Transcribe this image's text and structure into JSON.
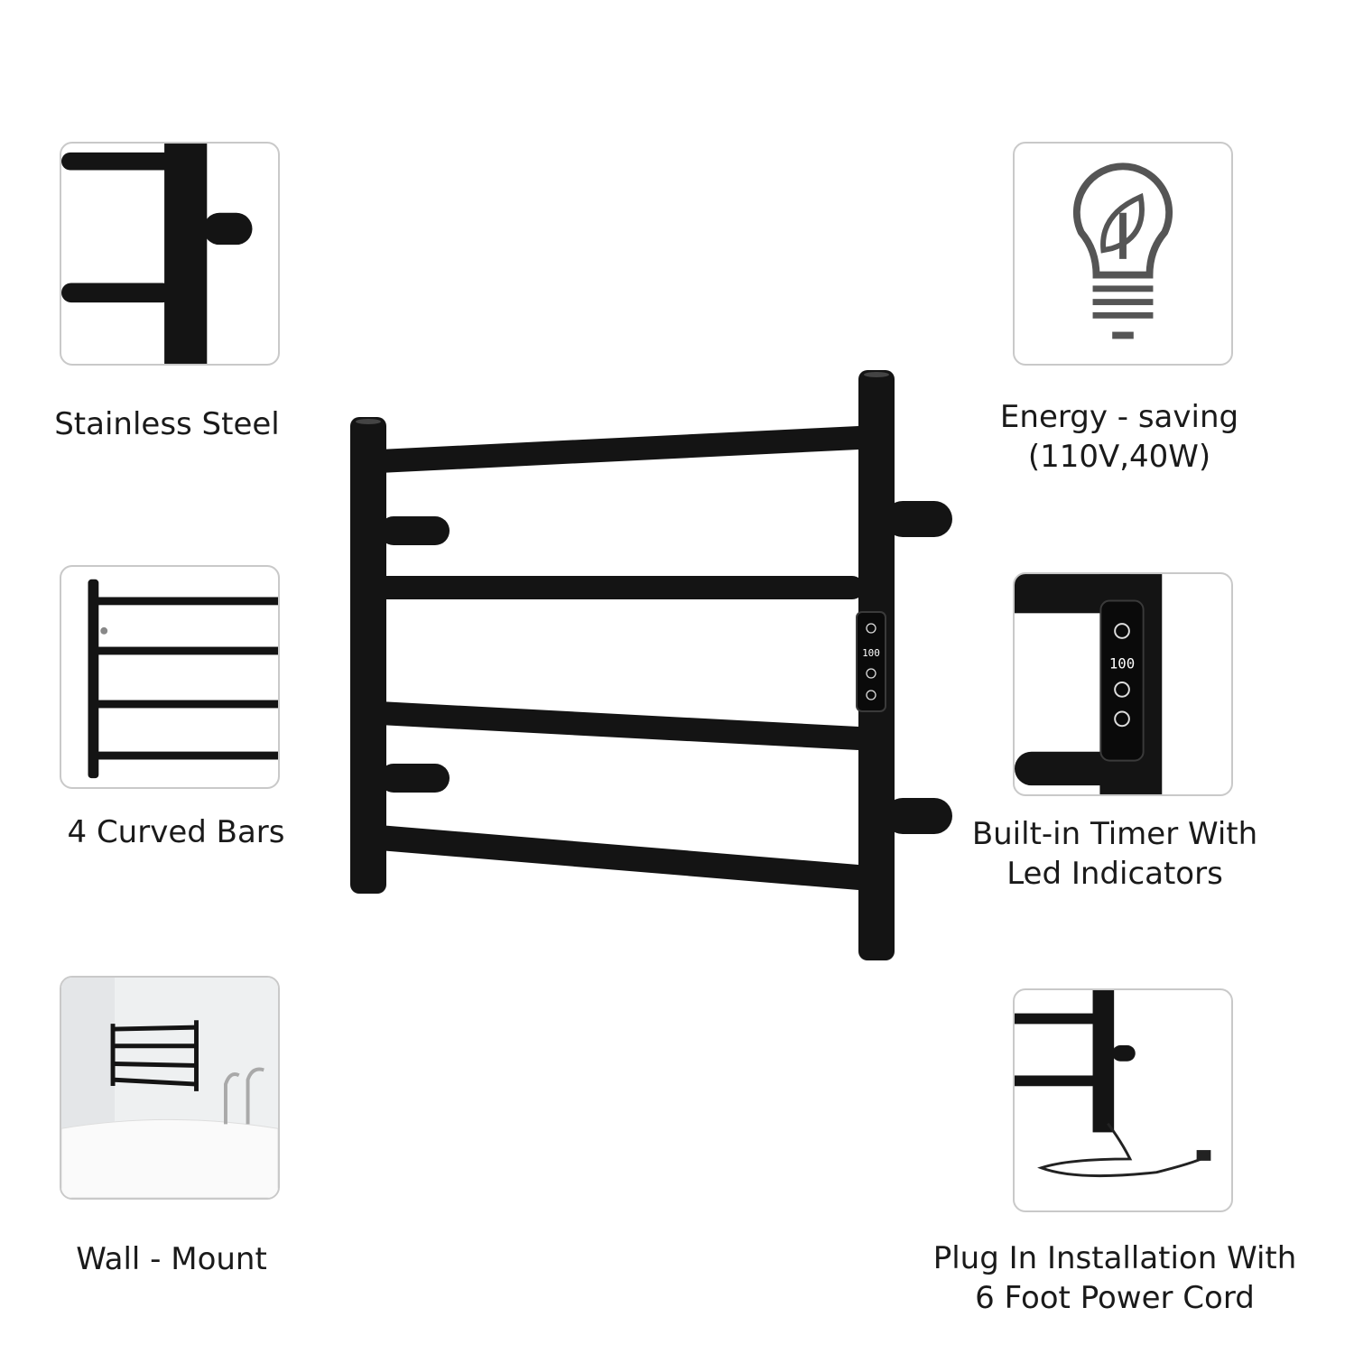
{
  "features": {
    "stainless_steel": {
      "label": "Stainless Steel"
    },
    "curved_bars": {
      "label": "4 Curved Bars"
    },
    "wall_mount": {
      "label": "Wall - Mount"
    },
    "energy_saving": {
      "label_line1": "Energy - saving",
      "label_line2": "(110V,40W)",
      "icon": "lightbulb-leaf-icon"
    },
    "timer": {
      "label_line1": "Built-in Timer With",
      "label_line2": "Led Indicators"
    },
    "plug_in": {
      "label_line1": "Plug In Installation With",
      "label_line2": "6 Foot Power Cord"
    }
  },
  "control_panel": {
    "display": "100",
    "buttons": [
      "power-icon",
      "clock-icon",
      "thermometer-icon"
    ]
  },
  "colors": {
    "product": "#141414",
    "card_border": "#c9c9c9",
    "icon_gray": "#555555"
  }
}
